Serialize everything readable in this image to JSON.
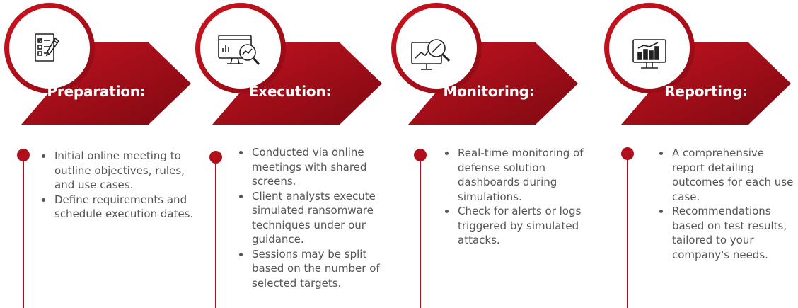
{
  "colors": {
    "chevron_dark": "#8e0b15",
    "chevron_light": "#c0121e",
    "dot": "#b0101c",
    "line": "#b0101c",
    "icon_stroke": "#222222",
    "text": "#555557"
  },
  "phases": [
    {
      "title": "Preparation:",
      "icon": "checklist-pencil-icon",
      "bullets": [
        "Initial online meeting to outline objectives, rules, and use cases.",
        "Define requirements and schedule execution dates."
      ]
    },
    {
      "title": "Execution:",
      "icon": "monitor-magnifier-icon",
      "bullets": [
        "Conducted via online meetings with shared screens.",
        "Client analysts execute simulated ransomware techniques under our guidance.",
        "Sessions may be split based on the number of selected targets."
      ]
    },
    {
      "title": "Monitoring:",
      "icon": "monitor-chart-search-icon",
      "bullets": [
        "Real-time monitoring of defense solution dashboards during simulations.",
        "Check for alerts or logs triggered by simulated attacks."
      ]
    },
    {
      "title": "Reporting:",
      "icon": "dashboard-report-icon",
      "bullets": [
        "A comprehensive report detailing outcomes for each use case.",
        "Recommendations based on test results, tailored to your company's needs."
      ]
    }
  ]
}
